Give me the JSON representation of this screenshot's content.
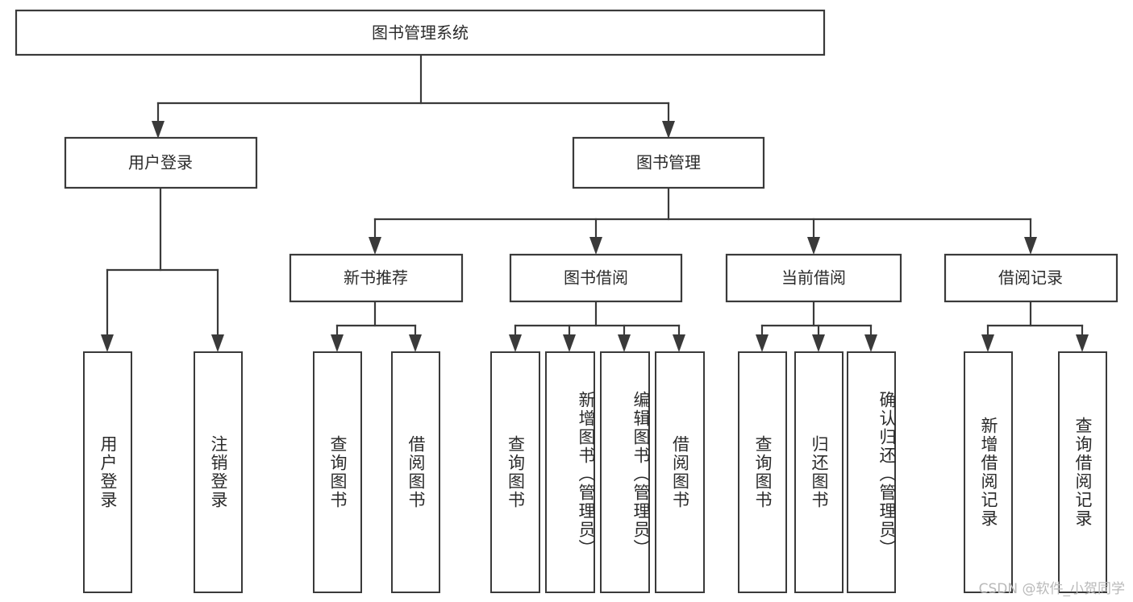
{
  "diagram": {
    "type": "tree-hierarchy",
    "title": "图书管理系统",
    "watermark": "CSDN @软件_小贺同学",
    "colors": {
      "background": "#ffffff",
      "stroke": "#3a3a3a",
      "text": "#2b2b2b",
      "watermark": "#b9b9b9"
    },
    "levels": {
      "root": {
        "label": "图书管理系统"
      },
      "level2": [
        {
          "label": "用户登录"
        },
        {
          "label": "图书管理"
        }
      ],
      "level3": [
        {
          "label": "新书推荐"
        },
        {
          "label": "图书借阅"
        },
        {
          "label": "当前借阅"
        },
        {
          "label": "借阅记录"
        }
      ],
      "leaves": {
        "user_login": [
          {
            "label": "用户登录"
          },
          {
            "label": "注销登录"
          }
        ],
        "new_book_recommend": [
          {
            "label": "查询图书"
          },
          {
            "label": "借阅图书"
          }
        ],
        "book_borrow": [
          {
            "label": "查询图书"
          },
          {
            "label": "新增图书（管理员）"
          },
          {
            "label": "编辑图书（管理员）"
          },
          {
            "label": "借阅图书"
          }
        ],
        "current_borrow": [
          {
            "label": "查询图书"
          },
          {
            "label": "归还图书"
          },
          {
            "label": "确认归还（管理员）"
          }
        ],
        "borrow_record": [
          {
            "label": "新增借阅记录"
          },
          {
            "label": "查询借阅记录"
          }
        ]
      }
    }
  }
}
